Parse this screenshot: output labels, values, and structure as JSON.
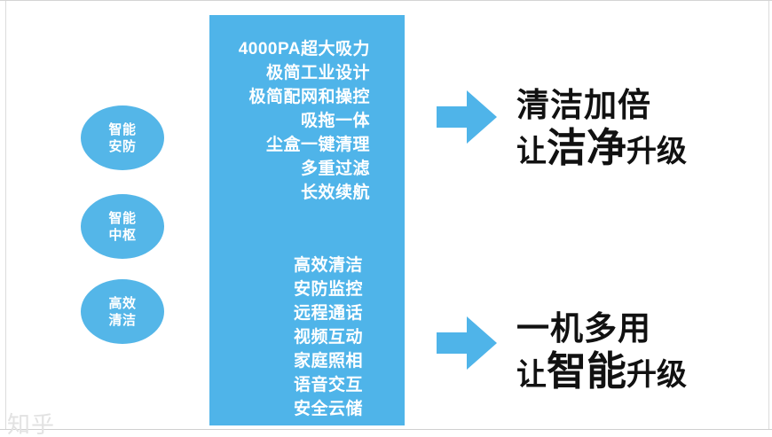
{
  "slide": {
    "background_color": "#ffffff",
    "accent_color": "#4fb4e9",
    "circle_color": "#54b6e8",
    "text_color": "#111111",
    "watermark": "知乎"
  },
  "circles": [
    {
      "name": "smart-security",
      "line1": "智能",
      "line2": "安防"
    },
    {
      "name": "smart-hub",
      "line1": "智能",
      "line2": "中枢"
    },
    {
      "name": "efficient-clean",
      "line1": "高效",
      "line2": "清洁"
    }
  ],
  "panel": {
    "group_top": {
      "title": "features-cleaning",
      "lines": [
        "4000PA超大吸力",
        "极简工业设计",
        "极简配网和操控",
        "吸拖一体",
        "尘盒一键清理",
        "多重过滤",
        "长效续航"
      ]
    },
    "group_bottom": {
      "title": "features-smart",
      "lines": [
        "高效清洁",
        "安防监控",
        "远程通话",
        "视频互动",
        "家庭照相",
        "语音交互",
        "安全云储"
      ]
    }
  },
  "headlines": [
    {
      "name": "cleaning-benefit",
      "line1": "清洁加倍",
      "line2_prefix": "让",
      "line2_emphasis": "洁净",
      "line2_suffix": "升级"
    },
    {
      "name": "smart-benefit",
      "line1": "一机多用",
      "line2_prefix": "让",
      "line2_emphasis": "智能",
      "line2_suffix": "升级"
    }
  ],
  "arrows": {
    "icon": "arrow-right-icon",
    "color": "#4fb4e9",
    "count": 2
  }
}
